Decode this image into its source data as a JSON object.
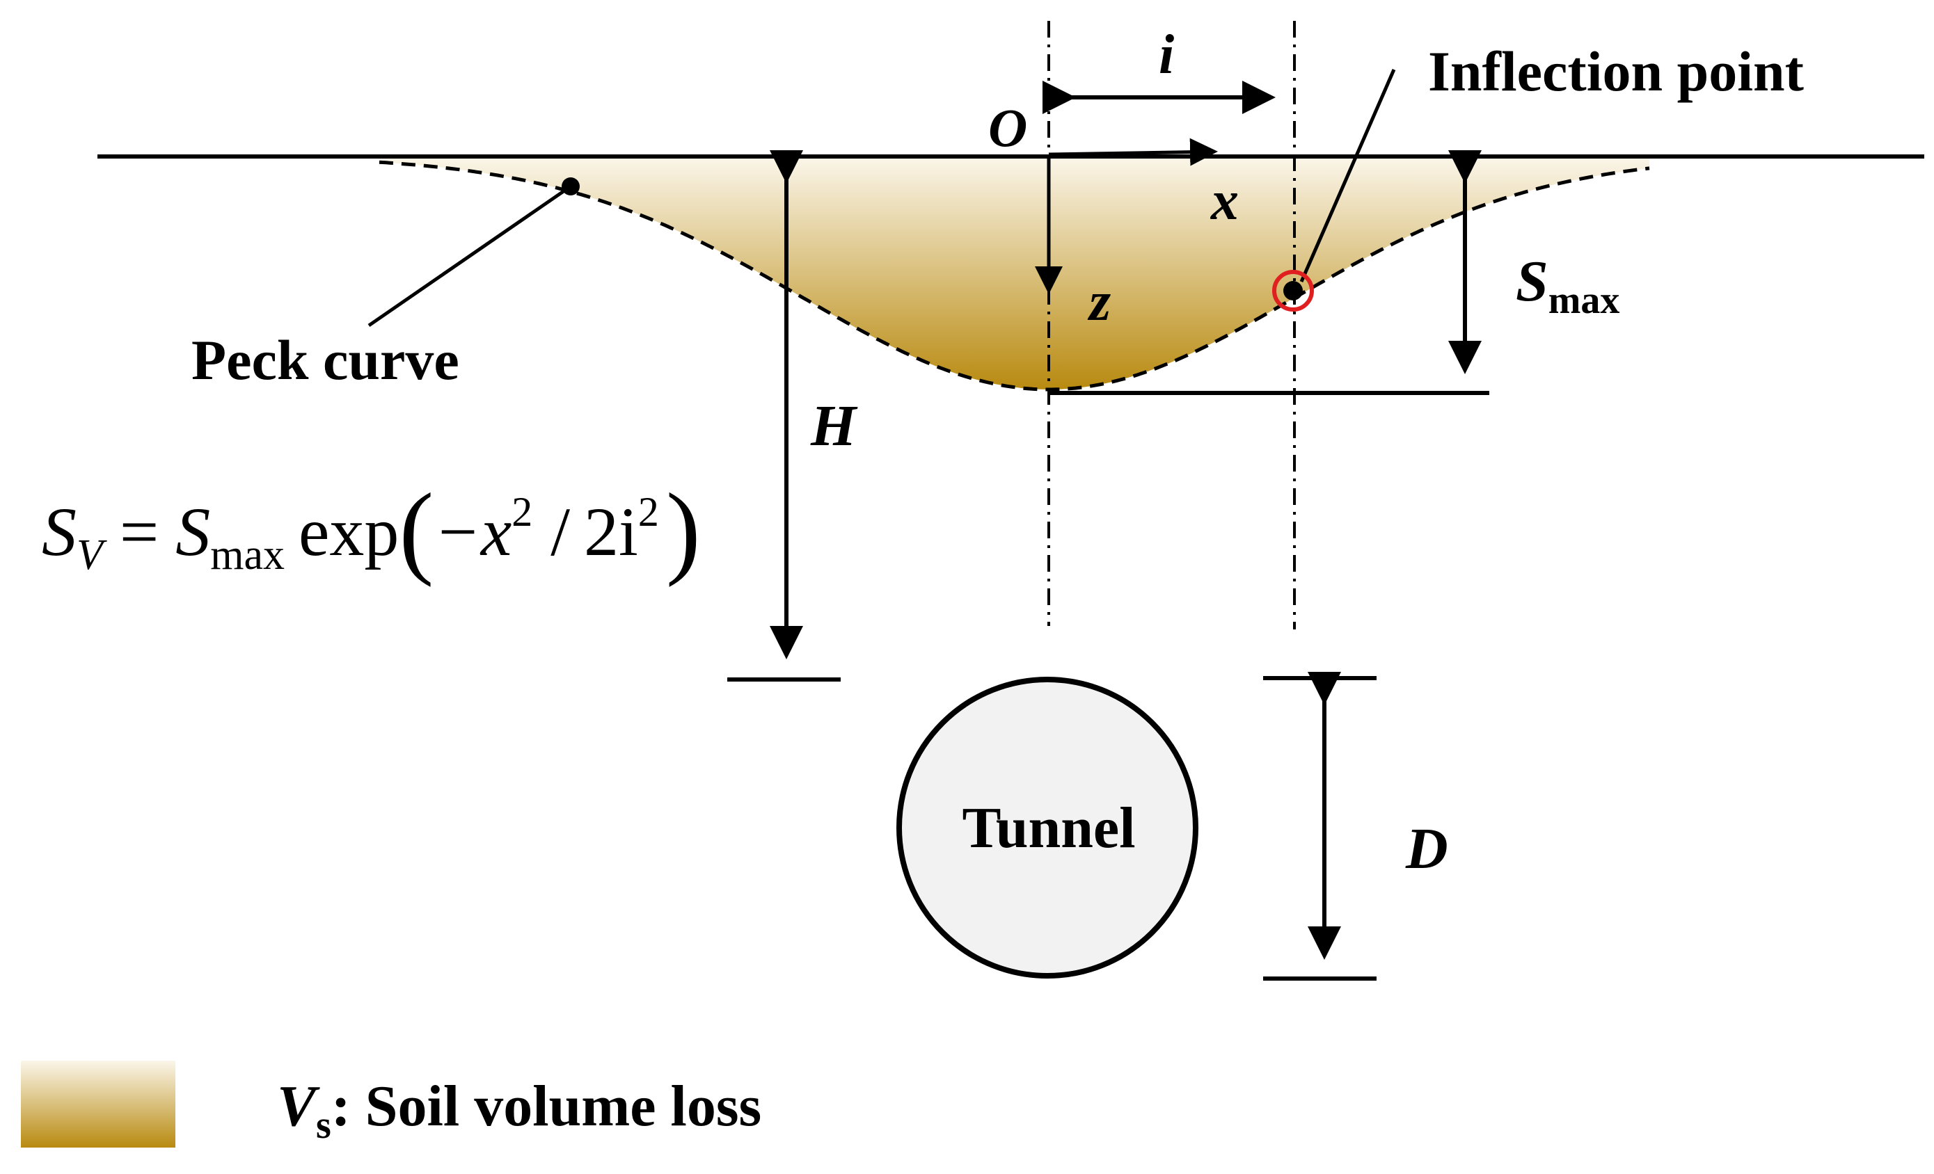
{
  "diagram": {
    "labels": {
      "inflection_point": "Inflection point",
      "peck_curve": "Peck curve",
      "tunnel": "Tunnel",
      "origin": "O",
      "x_axis": "x",
      "z_axis": "z",
      "i_dim": "i",
      "H_dim": "H",
      "D_dim": "D",
      "smax_S": "S",
      "smax_sub": "max"
    },
    "formula": {
      "lhs_S": "S",
      "lhs_sub": "V",
      "equals": "=",
      "rhs_S": "S",
      "rhs_sub": "max",
      "exp": "exp",
      "open_paren": "(",
      "minus_x": "−x",
      "sup1": "2",
      "slash": "/",
      "two_i": "2i",
      "sup2": "2",
      "close_paren": ")"
    },
    "legend": {
      "V": "V",
      "sub": "s",
      "text": ": Soil volume loss"
    },
    "colors": {
      "soil_top": "#fbf6ea",
      "soil_bottom": "#b88a10",
      "inflection_marker": "#e02020",
      "line": "#000000",
      "tunnel_fill": "#f2f2f2"
    }
  }
}
